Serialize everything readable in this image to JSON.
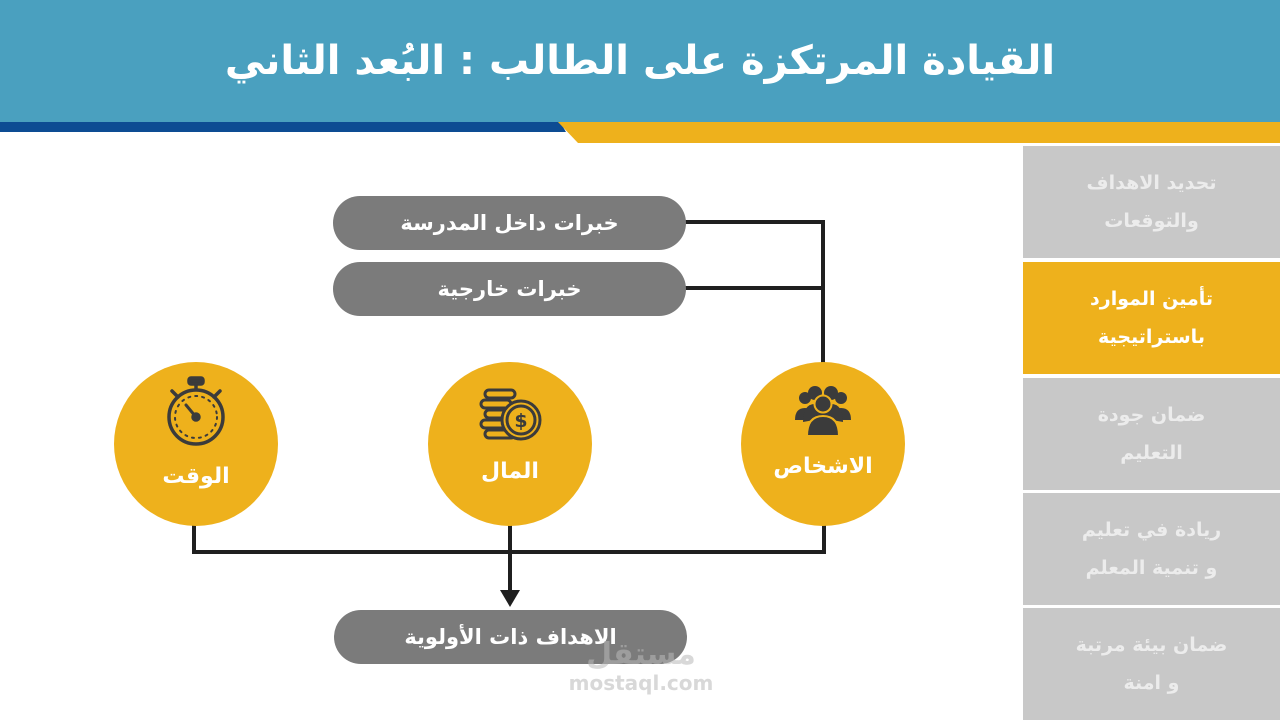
{
  "header": {
    "title": "القيادة المرتكزة على الطالب : البُعد الثاني"
  },
  "colors": {
    "header_bg": "#4aa0bf",
    "navy_stripe": "#0d4c93",
    "gold": "#eeb11c",
    "pill_gray": "#7b7b7b",
    "sidebar_gray": "#c8c8c8",
    "line": "#1f1f1f"
  },
  "diagram": {
    "experiences": [
      {
        "label": "خبرات داخل المدرسة"
      },
      {
        "label": "خبرات خارجية"
      }
    ],
    "resources": [
      {
        "label": "الاشخاص",
        "icon": "people-group-icon"
      },
      {
        "label": "المال",
        "icon": "coins-dollar-icon"
      },
      {
        "label": "الوقت",
        "icon": "stopwatch-icon"
      }
    ],
    "outcome": {
      "label": "الاهداف ذات الأولوية"
    }
  },
  "sidebar": {
    "items": [
      {
        "line1": "تحديد الاهداف",
        "line2": "والتوقعات",
        "active": false
      },
      {
        "line1": "تأمين الموارد",
        "line2": "باستراتيجية",
        "active": true
      },
      {
        "line1": "ضمان جودة",
        "line2": "التعليم",
        "active": false
      },
      {
        "line1": "ريادة في تعليم",
        "line2": "و تنمية المعلم",
        "active": false
      },
      {
        "line1": "ضمان بيئة مرتبة",
        "line2": "و امنة",
        "active": false
      }
    ]
  },
  "watermark": {
    "arabic": "مستقل",
    "latin": "mostaql.com"
  }
}
